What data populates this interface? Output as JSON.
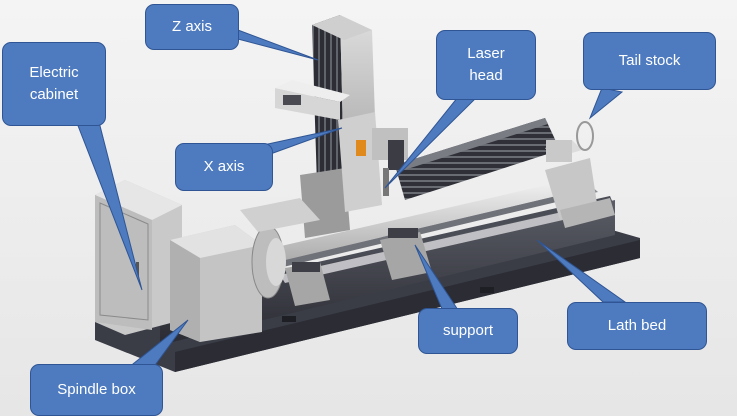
{
  "colors": {
    "callout_fill": "#4e7bbf",
    "callout_border": "#2f5594",
    "callout_text": "#ffffff",
    "background": "#f2f2f2"
  },
  "labels": {
    "z_axis": "Z axis",
    "electric_cabinet_line1": "Electric",
    "electric_cabinet_line2": "cabinet",
    "laser_head_line1": "Laser",
    "laser_head_line2": "head",
    "tail_stock": "Tail stock",
    "x_axis": "X axis",
    "support": "support",
    "lath_bed": "Lath bed",
    "spindle_box": "Spindle box"
  }
}
